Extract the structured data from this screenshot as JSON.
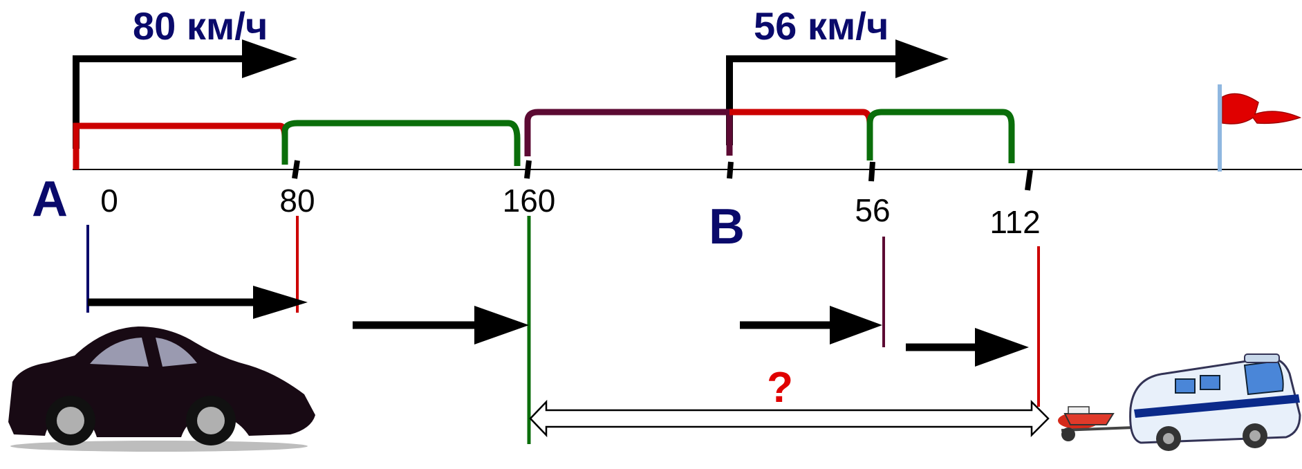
{
  "labels": {
    "speed_a": "80 км/ч",
    "speed_b": "56 км/ч",
    "point_a": "A",
    "point_b": "B",
    "question": "?"
  },
  "scale_a": [
    "0",
    "80",
    "160"
  ],
  "scale_b": [
    "56",
    "112"
  ],
  "colors": {
    "navy": "#0a0a6b",
    "red": "#cc0000",
    "green": "#0a6e0a",
    "maroon": "#5c0a33",
    "black": "#000000",
    "question": "#e00000",
    "flag": "#e00000"
  },
  "icons": [
    "car-icon",
    "motorhome-icon",
    "finish-flag-icon"
  ]
}
